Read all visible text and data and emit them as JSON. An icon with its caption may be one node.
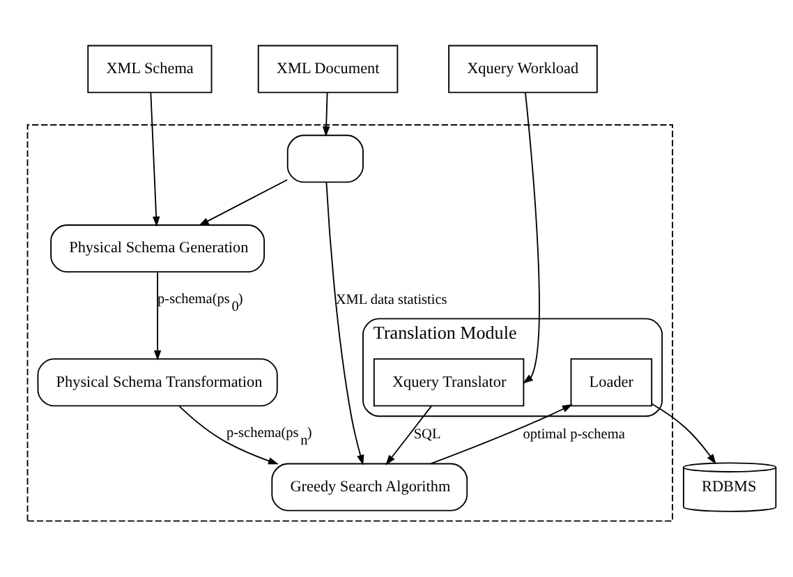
{
  "diagram": {
    "nodes": [
      {
        "text": [
          "XML Schema"
        ]
      },
      {
        "text": [
          "XML Document"
        ]
      },
      {
        "text": [
          "Xquery Workload"
        ]
      },
      {
        "text": [],
        "shape": "box"
      },
      {
        "text": [
          "Physical Schema Generation"
        ],
        "in": 3
      },
      {
        "text": [],
        "shape": "box",
        "in": 3
      },
      {
        "text": [
          "Translation Module"
        ],
        "in": 3
      },
      {
        "text": [
          "Xquery Translator"
        ],
        "in": 6
      },
      {
        "text": [
          "Physical Schema Transformation"
        ],
        "in": 3
      },
      {
        "text": [
          "Loader"
        ],
        "in": 6
      },
      {
        "text": [
          "Greedy Search Algorithm"
        ],
        "in": 3
      },
      {
        "text": [
          "RDBMS"
        ]
      }
    ],
    "edges": [
      {
        "from": 0,
        "to": 4,
        "arrow": "to"
      },
      {
        "from": 1,
        "to": 5,
        "arrow": "to"
      },
      {
        "from": 2,
        "to": 7,
        "arrow": "to"
      },
      {
        "from": 5,
        "to": 4,
        "arrow": "to"
      },
      {
        "from": 4,
        "to": 8,
        "arrow": "to",
        "label": "p-schema(ps$_{0}$)"
      },
      {
        "from": 8,
        "to": 10,
        "arrow": "to",
        "label": "p-schema(ps$_{n}$)"
      },
      {
        "from": 5,
        "to": 10,
        "arrow": "to",
        "label": "XML data statistics"
      },
      {
        "from": 7,
        "to": 10,
        "arrow": "to",
        "label": "SQL"
      },
      {
        "from": 10,
        "to": 9,
        "arrow": "to",
        "label": "optimal p-schema"
      },
      {
        "from": 9,
        "to": 11,
        "arrow": "to"
      }
    ]
  }
}
